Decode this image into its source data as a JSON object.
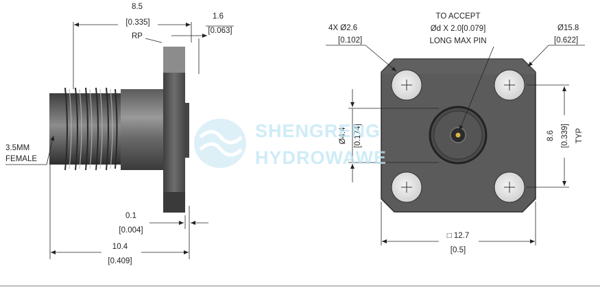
{
  "side_view": {
    "overall_length": {
      "value": "8.5",
      "inch": "[0.335]"
    },
    "flange_thickness": {
      "value": "1.6",
      "inch": "[0.063]"
    },
    "reference_plane": "RP",
    "connector_type": {
      "line1": "3.5MM",
      "line2": "FEMALE"
    },
    "recess": {
      "value": "0.1",
      "inch": "[0.004]"
    },
    "total_length": {
      "value": "10.4",
      "inch": "[0.409]"
    }
  },
  "front_view": {
    "mounting_holes": {
      "value": "4X  Ø2.6",
      "inch": "[0.102]"
    },
    "pin_note": {
      "line1": "TO ACCEPT",
      "line2": "Ød X 2.0[0.079]",
      "line3": "LONG MAX PIN"
    },
    "corner_radius": {
      "value": "Ø15.8",
      "inch": "[0.622]"
    },
    "dielectric_dia": {
      "value": "Ø4.4",
      "inch": "[0.174]"
    },
    "hole_spacing": {
      "value": "8.6",
      "inch": "[0.339]",
      "note": "TYP"
    },
    "flange_size": {
      "value": "□ 12.7",
      "inch": "[0.5]"
    }
  },
  "watermark": {
    "line1": "SHENGRENG",
    "line2": "HYDROWAWE"
  },
  "colors": {
    "body_dark": "#4a4a4a",
    "body_mid": "#7a7a7a",
    "flange_face": "#5a5a5a",
    "hole": "#e6e6e6",
    "watermark": "#bfe6f5"
  }
}
